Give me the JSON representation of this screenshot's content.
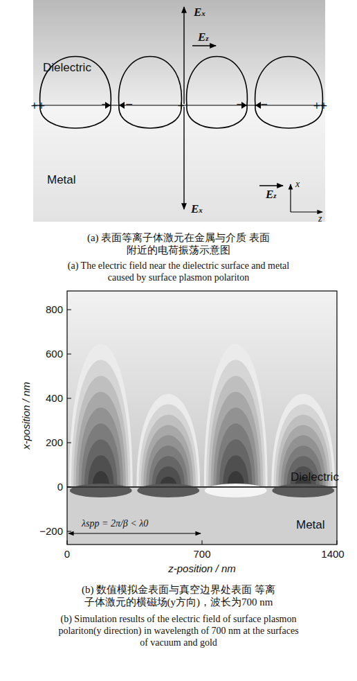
{
  "diagram": {
    "labels": [
      "Dielectric",
      "Ex",
      "Ez",
      "+",
      "+",
      "−",
      "−",
      "+",
      "−",
      "−",
      "+",
      "+",
      "Metal",
      "Ex",
      "Ez",
      "x",
      "z",
      "(a) 表面等离子体激元在金属与介质 表面附近的电荷振荡示意图",
      "(a) The electric field near the dielectric surface and metal caused by surface plasmon polariton",
      "800",
      "600",
      "400",
      "200",
      "0",
      "−200",
      "Dielectric",
      "λspp = 2π/β < λ0",
      "Metal",
      "0",
      "700",
      "1400",
      "x-position / nm",
      "z-position / nm",
      "(b) 数值模拟金表面与真空边界处表面 等离子体激元的横磁场(y方向)，波长为700 nm",
      "(b) Simulation results of the electric field of surface plasmon polariton(y direction) in wavelength of 700 nm at the surfaces of vacuum and gold"
    ]
  }
}
